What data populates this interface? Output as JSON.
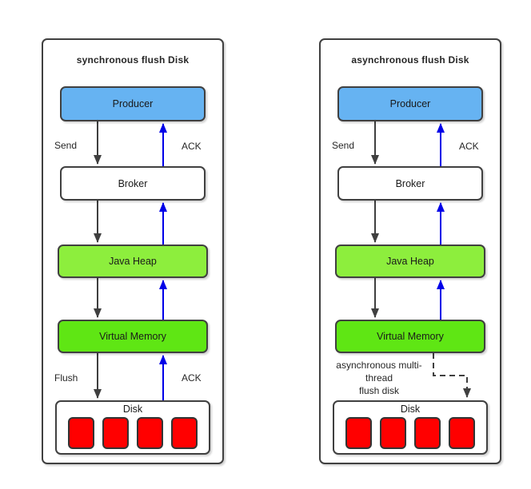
{
  "colors": {
    "producer_fill": "#66B3F2",
    "broker_fill": "#FFFFFF",
    "java_heap_fill": "#8DEE3D",
    "virtual_memory_fill": "#5FE614",
    "disk_fill": "#FFFFFF",
    "disk_block_fill": "#FF0000",
    "box_border": "#404040",
    "down_arrow": "#3F3F3F",
    "ack_arrow": "#0000E8"
  },
  "panels": {
    "left": {
      "title": "synchronous flush Disk",
      "nodes": {
        "producer": "Producer",
        "broker": "Broker",
        "java_heap": "Java Heap",
        "virtual_memory": "Virtual Memory",
        "disk": "Disk"
      },
      "labels": {
        "send": "Send",
        "ack_top": "ACK",
        "flush": "Flush",
        "ack_bottom": "ACK"
      },
      "disk_block_count": 4
    },
    "right": {
      "title": "asynchronous flush Disk",
      "nodes": {
        "producer": "Producer",
        "broker": "Broker",
        "java_heap": "Java Heap",
        "virtual_memory": "Virtual Memory",
        "disk": "Disk"
      },
      "labels": {
        "send": "Send",
        "ack_top": "ACK",
        "flush_note": "asynchronous multi-\nthread\nflush disk"
      },
      "disk_block_count": 4
    }
  }
}
